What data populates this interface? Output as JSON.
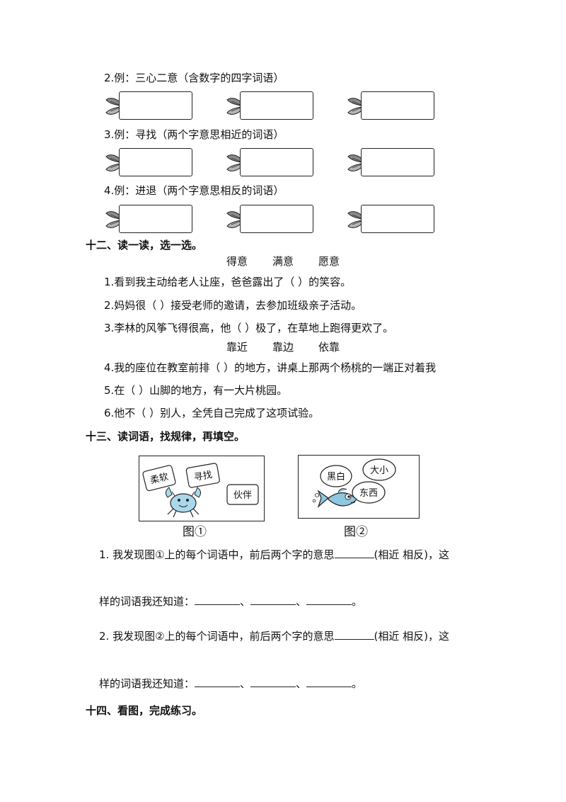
{
  "sec11": {
    "q2": "2.例：三心二意（含数字的四字词语）",
    "q3": "3.例：寻找（两个字意思相近的词语）",
    "q4": "4.例：进退（两个字意思相反的词语）"
  },
  "sec12": {
    "title": "十二、读一读，选一选。",
    "group1": [
      "得意",
      "满意",
      "愿意"
    ],
    "q1": "1.看到我主动给老人让座，爸爸露出了（          ）的笑容。",
    "q2": "2.妈妈很（          ）接受老师的邀请，去参加班级亲子活动。",
    "q3": "3.李林的风筝飞得很高，他（          ）极了，在草地上跑得更欢了。",
    "group2": [
      "靠近",
      "靠边",
      "依靠"
    ],
    "q4": "4.我的座位在教室前排（          ）的地方，讲桌上那两个杨桃的一端正对着我",
    "q5": "5.在（          ）山脚的地方，有一大片桃园。",
    "q6": "6.他不（          ）别人，全凭自己完成了这项试验。"
  },
  "sec13": {
    "title": "十三、读词语，找规律，再填空。",
    "fig1": {
      "cards": [
        "柔软",
        "寻找",
        "伙伴"
      ],
      "caption": "图①"
    },
    "fig2": {
      "bubbles": [
        "黑白",
        "大小",
        "东西"
      ],
      "caption": "图②"
    },
    "q1_a": "1.  我发现图①上的每个词语中，前后两个字的意思",
    "q1_b": "(相近  相反)，这",
    "q1_line2": "样的词语我还知道：",
    "q2_a": "2.  我发现图②上的每个词语中，前后两个字的意思",
    "q2_b": "(相近  相反)，这",
    "q2_line2": "样的词语我还知道：",
    "sep": "、",
    "end": "。"
  },
  "sec14": {
    "title": "十四、看图，完成练习。"
  },
  "icons": {
    "leaf": "leaf-icon",
    "crab": "crab-icon",
    "fish": "fish-icon"
  },
  "colors": {
    "leaf_fill": "#8a8a8a",
    "crab_fill": "#a9d8ea",
    "fish_fill": "#8fc6e0"
  }
}
